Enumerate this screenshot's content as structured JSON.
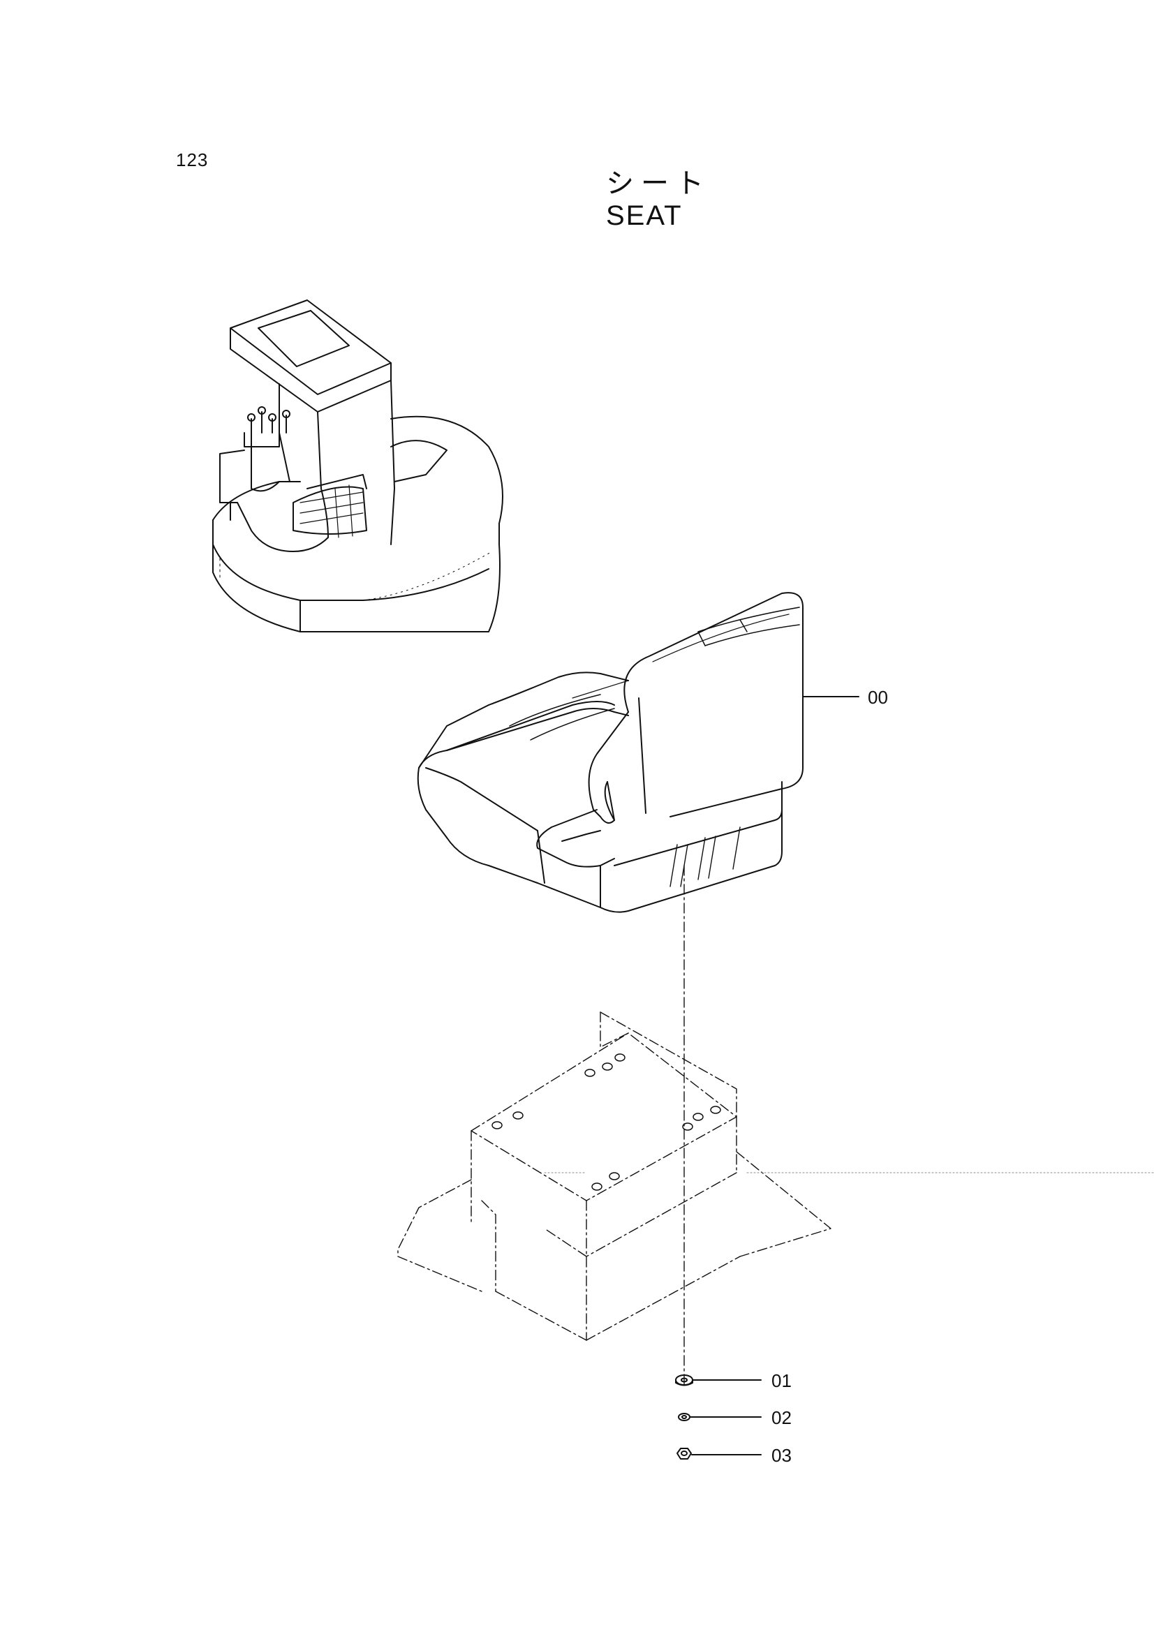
{
  "page": {
    "number": "123",
    "title_jp": "シート",
    "title_en": "SEAT"
  },
  "parts": [
    {
      "id": "seat",
      "label": "00"
    },
    {
      "id": "washer-a",
      "label": "01"
    },
    {
      "id": "washer-b",
      "label": "02"
    },
    {
      "id": "nut",
      "label": "03"
    }
  ]
}
